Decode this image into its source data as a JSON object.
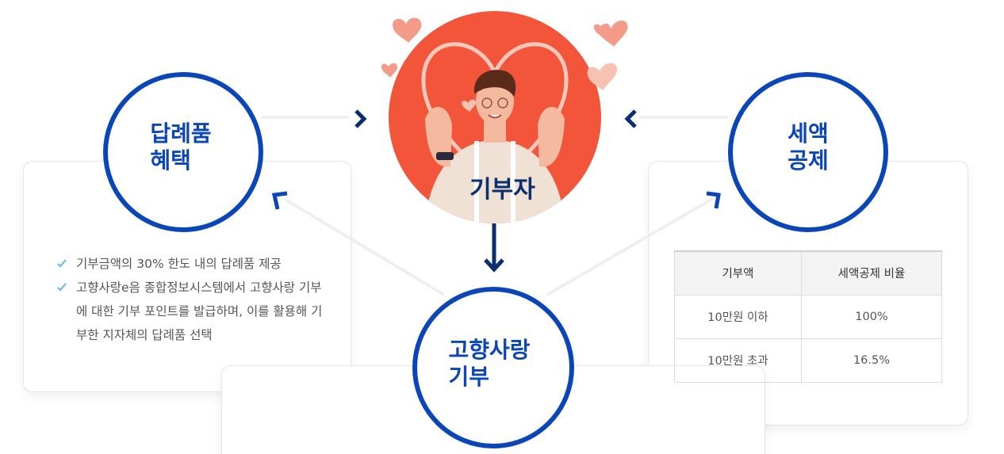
{
  "nodes": {
    "center": {
      "label": "기부자"
    },
    "left": {
      "label": "답례품\n혜택"
    },
    "right": {
      "label": "세액\n공제"
    },
    "bottom": {
      "label": "고향사랑\n기부"
    }
  },
  "gift_card": {
    "bullets": [
      "기부금액의 30% 한도 내의 답례품 제공",
      "고향사랑e음 종합정보시스템에서 고향사랑 기부에 대한 기부 포인트를 발급하며, 이를 활용해 기부한 지자체의 답례품 선택"
    ]
  },
  "tax_card": {
    "headers": [
      "기부액",
      "세액공제 비율"
    ],
    "rows": [
      [
        "10만원 이하",
        "100%"
      ],
      [
        "10만원 초과",
        "16.5%"
      ]
    ]
  },
  "colors": {
    "primary_blue": "#0b46b8",
    "navy": "#0b2e6e",
    "coral": "#f2553a",
    "heart_pink": "#f39b88"
  },
  "icons": {
    "arrow": "chevron-arrow-icon",
    "bullet": "check-icon",
    "heart": "heart-icon"
  }
}
